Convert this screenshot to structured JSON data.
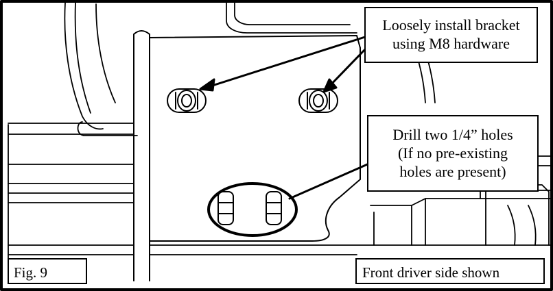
{
  "callouts": {
    "bracket": {
      "lines": [
        "Loosely install bracket",
        "using M8 hardware"
      ]
    },
    "drill": {
      "lines": [
        "Drill two 1/4” holes",
        "(If no pre-existing",
        "holes are present)"
      ]
    }
  },
  "captions": {
    "figure_number": "Fig. 9",
    "view_note": "Front driver side shown"
  }
}
